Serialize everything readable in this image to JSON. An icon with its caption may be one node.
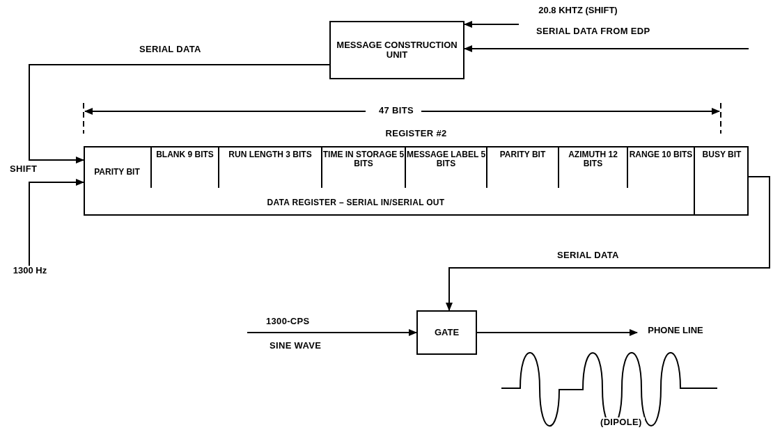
{
  "diagram": {
    "nodes": [
      {
        "text": [
          "MESSAGE CONSTRUCTION UNIT"
        ]
      },
      {
        "text": [
          "20.8 KHTZ (SHIFT)"
        ]
      },
      {
        "text": [
          "REGISTER #2",
          "DATA REGISTER – SERIAL IN/SERIAL OUT"
        ]
      },
      {
        "text": [
          "PARITY BIT"
        ],
        "in": 2
      },
      {
        "text": [
          "BLANK 9 BITS"
        ],
        "in": 2
      },
      {
        "text": [
          "RUN LENGTH 3 BITS"
        ],
        "in": 2
      },
      {
        "text": [
          "TIME IN STORAGE 5 BITS"
        ],
        "in": 2
      },
      {
        "text": [
          "MESSAGE LABEL 5 BITS"
        ],
        "in": 2
      },
      {
        "text": [
          "PARITY BIT"
        ],
        "in": 2
      },
      {
        "text": [
          "AZIMUTH 12 BITS"
        ],
        "in": 2
      },
      {
        "text": [
          "RANGE 10 BITS"
        ],
        "in": 2
      },
      {
        "text": [
          "BUSY BIT"
        ],
        "in": 2
      },
      {
        "text": [
          "1300 Hz"
        ]
      },
      {
        "text": [
          "GATE"
        ]
      },
      {
        "text": [
          "PHONE LINE"
        ]
      }
    ],
    "edges": [
      {
        "from": 1,
        "to": 0,
        "arrow": "to"
      },
      {
        "from": null,
        "to": 0,
        "arrow": "to",
        "label": "SERIAL DATA FROM EDP"
      },
      {
        "from": 0,
        "to": 2,
        "arrow": "to",
        "label": "SERIAL DATA"
      },
      {
        "from": 12,
        "to": 2,
        "arrow": "to",
        "label": "SHIFT"
      },
      {
        "from": 11,
        "to": 13,
        "arrow": "to",
        "label": "SERIAL DATA"
      },
      {
        "from": null,
        "to": 13,
        "arrow": "to",
        "label": "1300-CPS"
      },
      {
        "from": 13,
        "to": 14,
        "arrow": "to"
      }
    ],
    "labels": [
      "47 BITS",
      "SINE WAVE",
      "(DIPOLE)"
    ]
  }
}
